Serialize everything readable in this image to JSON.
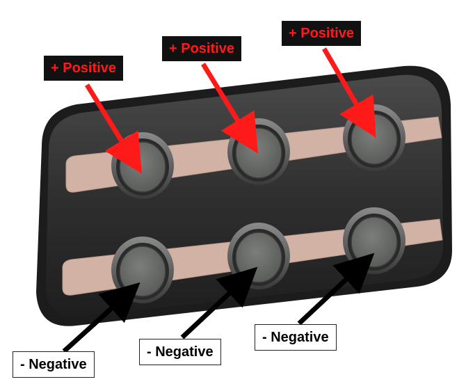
{
  "labels": {
    "positive": [
      "+ Positive",
      "+ Positive",
      "+ Positive"
    ],
    "negative": [
      "- Negative",
      "- Negative",
      "- Negative"
    ]
  },
  "colors": {
    "positive_text": "#ff1a1a",
    "positive_arrow": "#ff1a1a",
    "negative_arrow": "#000000",
    "housing": "#2e2e2e",
    "strip": "#d2b2a4",
    "contact": "#6f716e"
  }
}
